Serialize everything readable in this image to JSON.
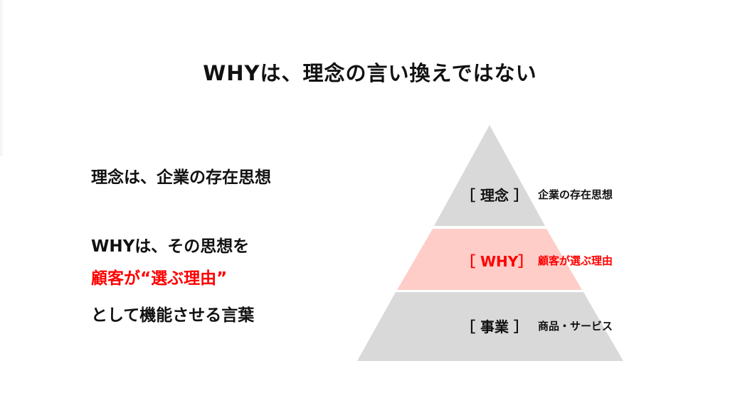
{
  "slide": {
    "title": "WHYは、理念の言い換えではない",
    "left_text": {
      "line1": "理念は、企業の存在思想",
      "line2": "WHYは、その思想を",
      "line3_highlight": "顧客が“選ぶ理由”",
      "line4": "として機能させる言葉"
    },
    "pyramid": {
      "levels": [
        {
          "tag": "［ 理念 ］",
          "description": "企業の存在思想",
          "fill": "#d9d9d9",
          "text_color": "#111111"
        },
        {
          "tag": "［ WHY］",
          "description": "顧客が選ぶ理由",
          "fill": "#ffcdc8",
          "text_color": "#ff0000"
        },
        {
          "tag": "［ 事業 ］",
          "description": "商品・サービス",
          "fill": "#d9d9d9",
          "text_color": "#111111"
        }
      ]
    },
    "colors": {
      "accent": "#ff0000",
      "gray_band": "#d9d9d9",
      "highlight_band": "#ffcdc8"
    }
  }
}
